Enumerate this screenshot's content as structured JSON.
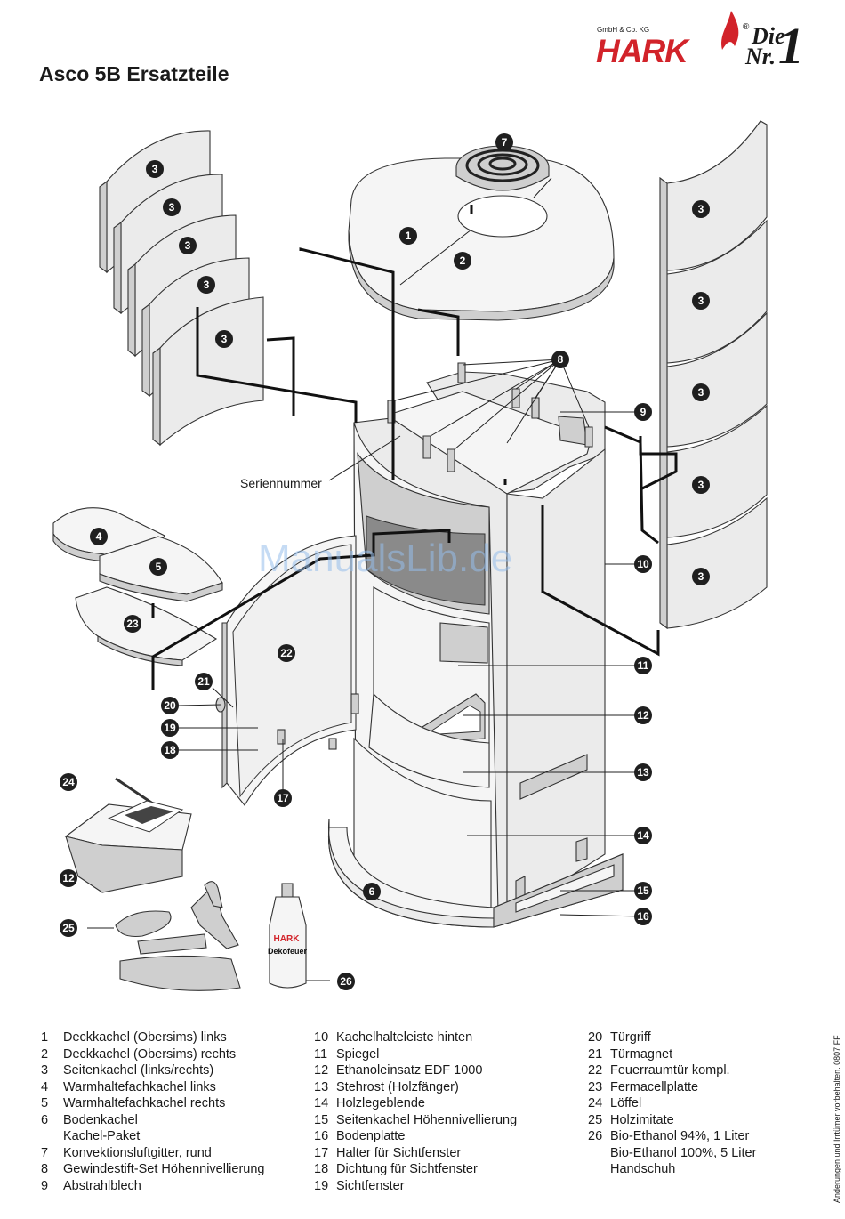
{
  "title": "Asco 5B Ersatzteile",
  "logo": {
    "company": "GmbH & Co. KG",
    "brand": "HARK",
    "registered": "®",
    "slogan_die": "Die",
    "slogan_nr": "Nr.",
    "slogan_one": "1",
    "brand_color": "#d2232a"
  },
  "diagram": {
    "serial_label": "Seriennummer",
    "watermark": "ManualsLib.de",
    "bottle_brand": "HARK",
    "bottle_label": "Dekofeuer",
    "callouts": [
      "1",
      "2",
      "3",
      "3",
      "3",
      "3",
      "3",
      "3",
      "3",
      "3",
      "3",
      "3",
      "4",
      "5",
      "6",
      "7",
      "8",
      "9",
      "10",
      "11",
      "12",
      "12",
      "13",
      "14",
      "15",
      "16",
      "17",
      "18",
      "19",
      "20",
      "21",
      "22",
      "23",
      "24",
      "25",
      "26"
    ]
  },
  "legend": {
    "columns": [
      [
        {
          "num": "1",
          "text": "Deckkachel (Obersims) links"
        },
        {
          "num": "2",
          "text": "Deckkachel (Obersims) rechts"
        },
        {
          "num": "3",
          "text": "Seitenkachel (links/rechts)"
        },
        {
          "num": "4",
          "text": "Warmhaltefachkachel links"
        },
        {
          "num": "5",
          "text": "Warmhaltefachkachel rechts"
        },
        {
          "num": "6",
          "text": "Bodenkachel"
        },
        {
          "num": "",
          "text": "Kachel-Paket"
        },
        {
          "num": "7",
          "text": "Konvektionsluftgitter, rund"
        },
        {
          "num": "8",
          "text": "Gewindestift-Set Höhennivellierung"
        },
        {
          "num": "9",
          "text": "Abstrahlblech"
        }
      ],
      [
        {
          "num": "10",
          "text": "Kachelhalteleiste hinten"
        },
        {
          "num": "11",
          "text": "Spiegel"
        },
        {
          "num": "12",
          "text": "Ethanoleinsatz EDF 1000"
        },
        {
          "num": "13",
          "text": "Stehrost (Holzfänger)"
        },
        {
          "num": "14",
          "text": "Holzlegeblende"
        },
        {
          "num": "15",
          "text": "Seitenkachel Höhennivellierung"
        },
        {
          "num": "16",
          "text": "Bodenplatte"
        },
        {
          "num": "17",
          "text": "Halter für Sichtfenster"
        },
        {
          "num": "18",
          "text": "Dichtung für Sichtfenster"
        },
        {
          "num": "19",
          "text": "Sichtfenster"
        }
      ],
      [
        {
          "num": "20",
          "text": "Türgriff"
        },
        {
          "num": "21",
          "text": "Türmagnet"
        },
        {
          "num": "22",
          "text": "Feuerraumtür kompl."
        },
        {
          "num": "23",
          "text": "Fermacellplatte"
        },
        {
          "num": "24",
          "text": "Löffel"
        },
        {
          "num": "25",
          "text": "Holzimitate"
        },
        {
          "num": "26",
          "text": "Bio-Ethanol 94%, 1 Liter"
        },
        {
          "num": "",
          "text": "Bio-Ethanol 100%, 5 Liter"
        },
        {
          "num": "",
          "text": "Handschuh"
        }
      ]
    ]
  },
  "side_note": "Änderungen und Irrtümer vorbehalten. 0807 FF"
}
